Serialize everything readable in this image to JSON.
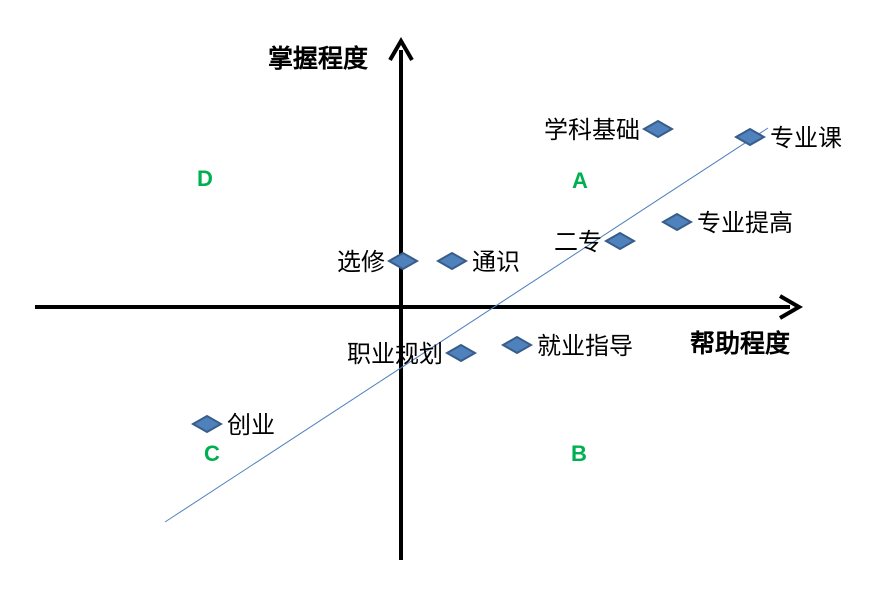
{
  "chart_data": {
    "type": "scatter",
    "title": "",
    "xlabel": "帮助程度",
    "ylabel": "掌握程度",
    "xlim": [
      -3.66,
      4.0
    ],
    "ylim": [
      -2.53,
      2.67
    ],
    "grid": false,
    "points": [
      {
        "name": "学科基础",
        "x": 2.57,
        "y": 1.78,
        "label_side": "left"
      },
      {
        "name": "专业课",
        "x": 3.49,
        "y": 1.7,
        "label_side": "right"
      },
      {
        "name": "专业提高",
        "x": 2.76,
        "y": 0.85,
        "label_side": "right"
      },
      {
        "name": "二专",
        "x": 2.19,
        "y": 0.66,
        "label_side": "left"
      },
      {
        "name": "通识",
        "x": 0.51,
        "y": 0.46,
        "label_side": "right"
      },
      {
        "name": "选修",
        "x": 0.02,
        "y": 0.46,
        "label_side": "left"
      },
      {
        "name": "职业规划",
        "x": 0.6,
        "y": -0.46,
        "label_side": "left"
      },
      {
        "name": "就业指导",
        "x": 1.16,
        "y": -0.38,
        "label_side": "right"
      },
      {
        "name": "创业",
        "x": -1.94,
        "y": -1.17,
        "label_side": "right"
      }
    ],
    "trendline": {
      "x": [
        -2.36,
        3.67
      ],
      "y": [
        -2.15,
        1.79
      ]
    },
    "quadrants": [
      {
        "label": "A",
        "x": 1.79,
        "y": 1.27
      },
      {
        "label": "B",
        "x": 1.78,
        "y": -1.46
      },
      {
        "label": "C",
        "x": -1.89,
        "y": -1.46
      },
      {
        "label": "D",
        "x": -1.96,
        "y": 1.29
      }
    ],
    "colors": {
      "marker_fill": "#4F81BD",
      "marker_stroke": "#385D8A",
      "trendline": "#4F81BD",
      "quadrant_label": "#00B050",
      "axis": "#000000"
    }
  }
}
